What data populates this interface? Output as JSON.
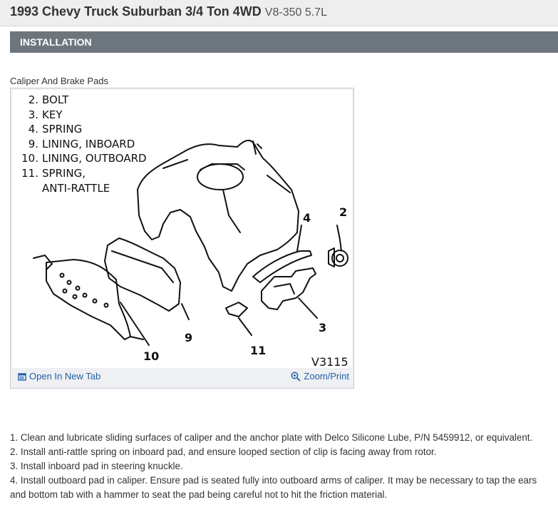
{
  "header": {
    "title_main": "1993 Chevy Truck Suburban 3/4 Ton 4WD",
    "title_sub": "V8-350 5.7L"
  },
  "section": {
    "label": "INSTALLATION"
  },
  "figure": {
    "caption": "Caliper And Brake Pads",
    "legend": [
      {
        "num": "2.",
        "text": "BOLT"
      },
      {
        "num": "3.",
        "text": "KEY"
      },
      {
        "num": "4.",
        "text": "SPRING"
      },
      {
        "num": "9.",
        "text": "LINING, INBOARD"
      },
      {
        "num": "10.",
        "text": "LINING, OUTBOARD"
      },
      {
        "num": "11.",
        "text": "SPRING,"
      }
    ],
    "legend_cont": "ANTI-RATTLE",
    "callouts": {
      "c2": "2",
      "c3": "3",
      "c4": "4",
      "c9": "9",
      "c10": "10",
      "c11": "11"
    },
    "figure_id": "V3115",
    "links": {
      "open": "Open In New Tab",
      "zoom": "Zoom/Print"
    }
  },
  "steps": [
    "1.  Clean and lubricate sliding surfaces of caliper and the anchor plate with Delco Silicone Lube, P/N 5459912, or equivalent.",
    "2.  Install anti-rattle spring on inboard pad, and ensure looped section of clip is facing away from rotor.",
    "3.  Install inboard pad in steering knuckle.",
    "4.  Install outboard pad in caliper. Ensure pad is seated fully into outboard arms of caliper. It may be necessary to tap the ears and bottom tab with a hammer to seat the pad being careful not to hit the friction material."
  ],
  "colors": {
    "section_bg": "#6e767d",
    "link": "#2160a8",
    "topbar_bg": "#eeeeee"
  },
  "icons": {
    "open": "open-new-tab-icon",
    "zoom": "zoom-magnifier-icon"
  }
}
